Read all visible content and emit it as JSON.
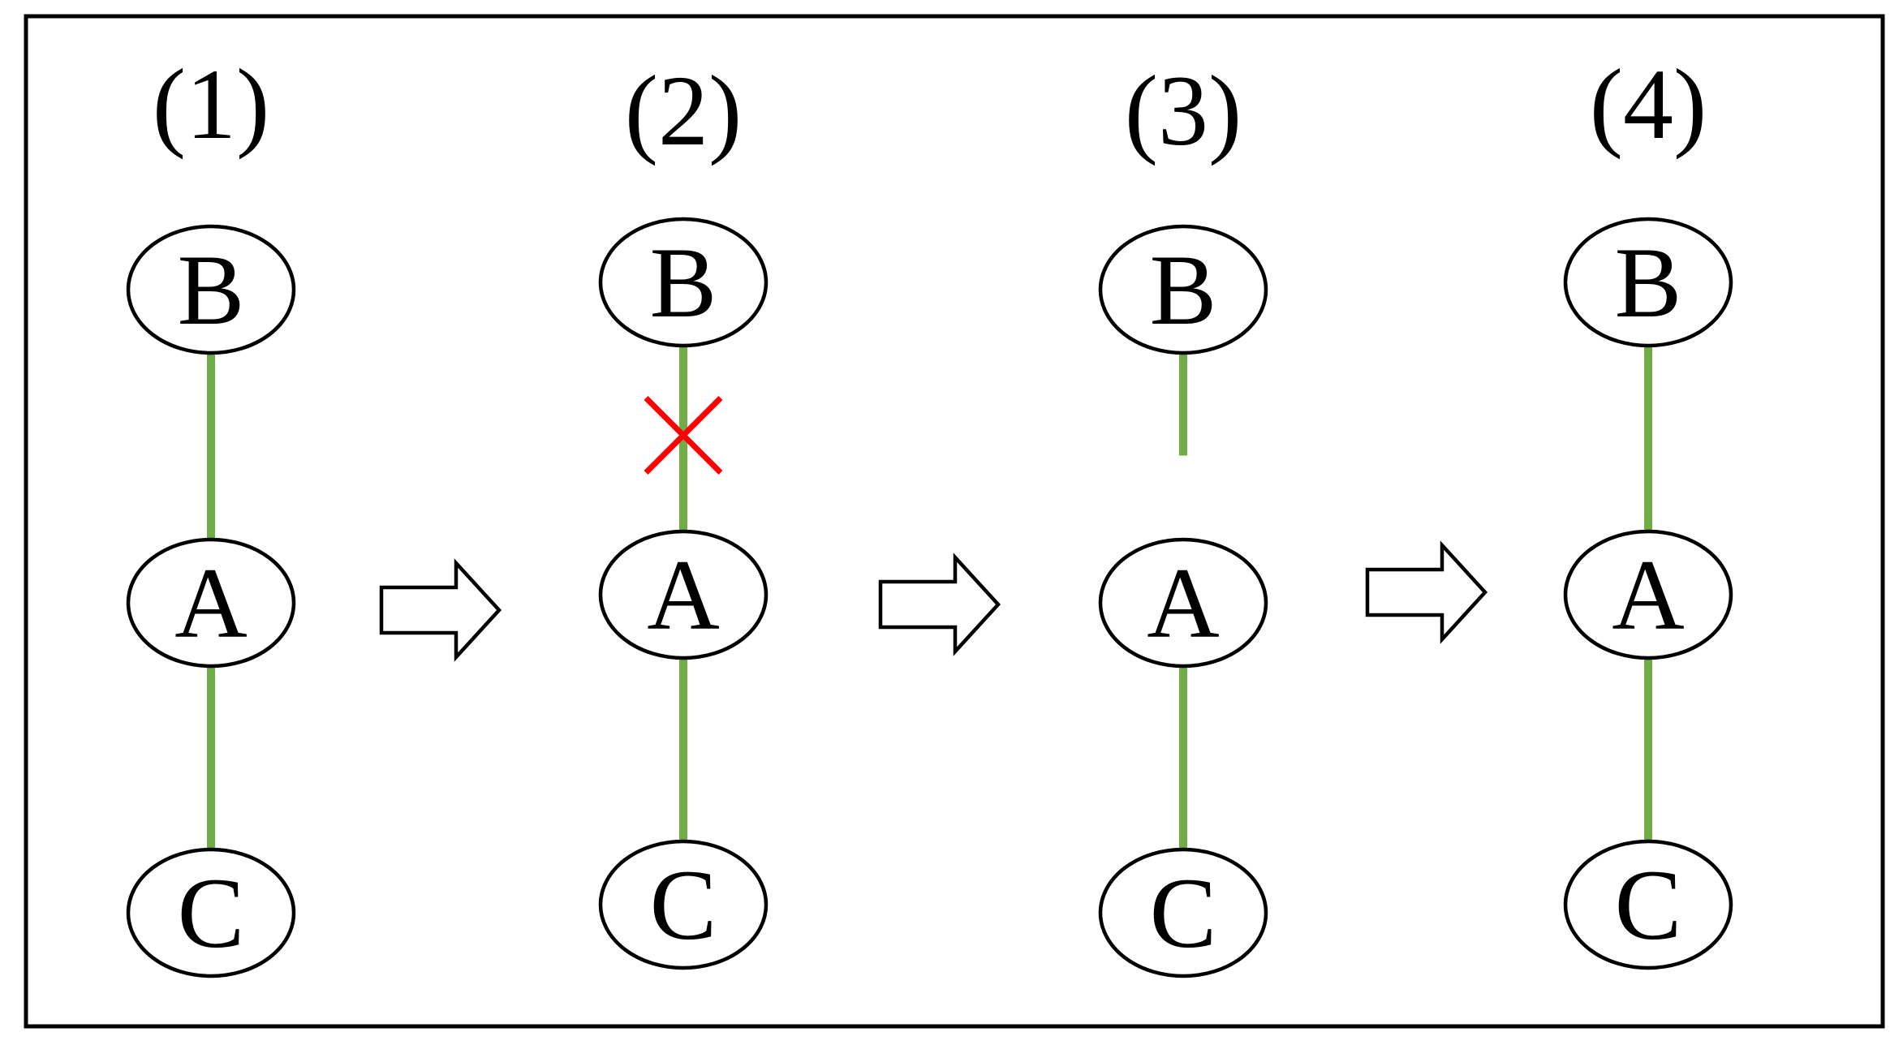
{
  "colors": {
    "edge": "#70ad47",
    "cross": "#ff0000",
    "outline": "#000000",
    "background": "#ffffff"
  },
  "steps": [
    {
      "label": "(1)",
      "nodes": {
        "top": "B",
        "middle": "A",
        "bottom": "C"
      },
      "edges": {
        "upper": "full",
        "lower": "full"
      },
      "cut_mark": false
    },
    {
      "label": "(2)",
      "nodes": {
        "top": "B",
        "middle": "A",
        "bottom": "C"
      },
      "edges": {
        "upper": "full",
        "lower": "full"
      },
      "cut_mark": true
    },
    {
      "label": "(3)",
      "nodes": {
        "top": "B",
        "middle": "A",
        "bottom": "C"
      },
      "edges": {
        "upper": "partial",
        "lower": "full"
      },
      "cut_mark": false
    },
    {
      "label": "(4)",
      "nodes": {
        "top": "B",
        "middle": "A",
        "bottom": "C"
      },
      "edges": {
        "upper": "full",
        "lower": "full"
      },
      "cut_mark": false
    }
  ],
  "transition_arrows": [
    {
      "icon": "right-arrow-icon"
    },
    {
      "icon": "right-arrow-icon"
    },
    {
      "icon": "right-arrow-icon"
    }
  ]
}
